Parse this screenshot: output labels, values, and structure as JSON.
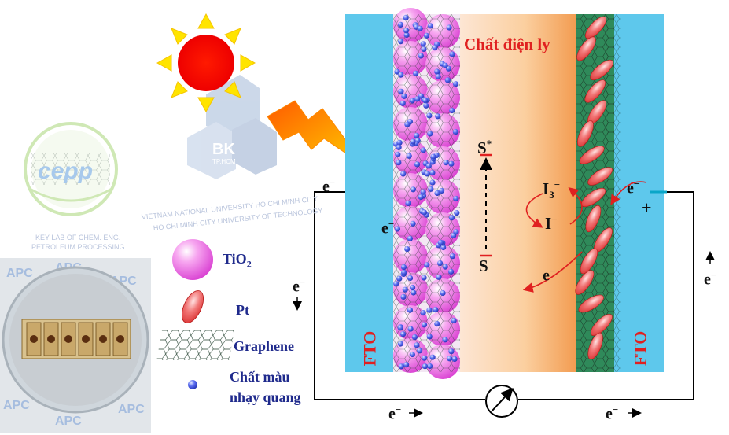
{
  "diagram": {
    "electrolyte_label": "Chất điện ly",
    "fto_left": "FTO",
    "fto_right": "FTO",
    "dye_excited": "S",
    "dye_excited_sup": "*",
    "dye_ground": "S",
    "triiodide_base": "I",
    "triiodide_sub": "3",
    "triiodide_sup": "−",
    "iodide": "I",
    "iodide_sup": "−",
    "electron": "e",
    "electron_sup": "−",
    "plus_sign": "+"
  },
  "legend": {
    "tio2_base": "TiO",
    "tio2_sub": "2",
    "pt": "Pt",
    "graphene": "Graphene",
    "dye_line1": "Chất màu",
    "dye_line2": "nhạy quang"
  },
  "watermark": {
    "cepp": "cepp",
    "bk_logo": "BK",
    "bk_sub": "TP.HCM",
    "vnu_line1": "VIETNAM NATIONAL UNIVERSITY HO CHI MINH CITY",
    "vnu_line2": "HO CHI MINH CITY UNIVERSITY OF TECHNOLOGY",
    "lab_line1": "KEY LAB OF CHEM. ENG.",
    "lab_line2": "PETROLEUM PROCESSING"
  },
  "colors": {
    "fto_glass": "#5ec8ec",
    "electrolyte_light": "#fde2cc",
    "electrolyte_dark": "#f3a560",
    "counter_electrode": "#2f8a5a",
    "tio2": "#e860e0",
    "dye": "#3f52d8",
    "pt": "#e44646",
    "sun": "#ff0000",
    "sun_rays": "#ffe000",
    "label_navy": "#1f2a8c",
    "label_red": "#e02020"
  },
  "icons": [
    "sun-icon",
    "lightning-icon",
    "ammeter-icon",
    "cepp-logo-icon",
    "bk-logo-icon",
    "apc-logo-icon",
    "solar-cell-photo"
  ]
}
